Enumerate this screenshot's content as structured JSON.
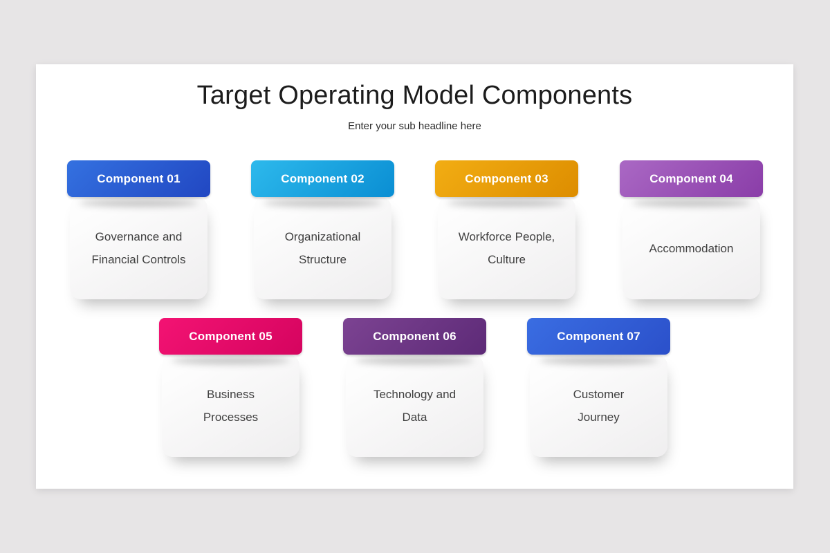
{
  "slide": {
    "title": "Target Operating Model Components",
    "subtitle": "Enter your sub headline here"
  },
  "colors": {
    "page_background": "#e7e5e6",
    "slide_background": "#ffffff",
    "header_text": "#ffffff",
    "body_text": "#3f3f3f"
  },
  "cards": [
    {
      "label": "Component 01",
      "text": "Governance and\nFinancial Controls",
      "color_start": "#3471e0",
      "color_end": "#2147c2"
    },
    {
      "label": "Component 02",
      "text": "Organizational\nStructure",
      "color_start": "#2db9ec",
      "color_end": "#0a8ed3"
    },
    {
      "label": "Component 03",
      "text": "Workforce People,\nCulture",
      "color_start": "#f2ad13",
      "color_end": "#dd8d00"
    },
    {
      "label": "Component 04",
      "text": "Accommodation",
      "color_start": "#aa68c4",
      "color_end": "#8a3da8"
    },
    {
      "label": "Component 05",
      "text": "Business\nProcesses",
      "color_start": "#f31373",
      "color_end": "#d5045f"
    },
    {
      "label": "Component 06",
      "text": "Technology and\nData",
      "color_start": "#7c4392",
      "color_end": "#5d2a77"
    },
    {
      "label": "Component 07",
      "text": "Customer\nJourney",
      "color_start": "#3a6de2",
      "color_end": "#2b50ca"
    }
  ]
}
